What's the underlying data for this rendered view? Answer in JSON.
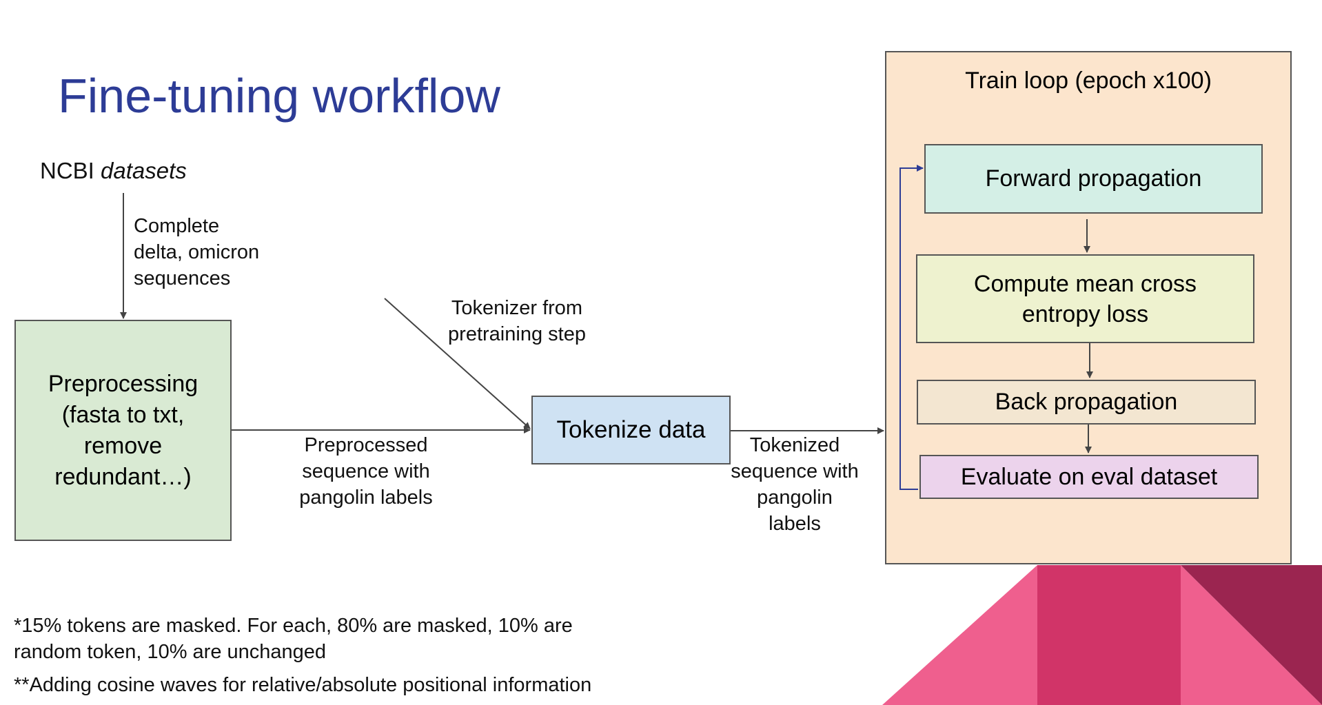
{
  "title": "Fine-tuning workflow",
  "source": {
    "prefix": "NCBI ",
    "italic": "datasets"
  },
  "edge_labels": {
    "source_to_preprocessing": [
      "Complete",
      "delta, omicron",
      "sequences"
    ],
    "tokenizer_input": [
      "Tokenizer from",
      "pretraining step"
    ],
    "preprocessing_to_tokenize": [
      "Preprocessed",
      "sequence with",
      "pangolin labels"
    ],
    "tokenize_to_train": [
      "Tokenized",
      "sequence with",
      "pangolin",
      "labels"
    ]
  },
  "nodes": {
    "preprocessing": [
      "Preprocessing",
      "(fasta to txt,",
      "remove",
      "redundant…)"
    ],
    "tokenize": "Tokenize data"
  },
  "train_loop": {
    "title": "Train loop (epoch x100)",
    "steps": {
      "forward": "Forward propagation",
      "loss": [
        "Compute mean cross",
        "entropy loss"
      ],
      "back": "Back propagation",
      "evaluate": "Evaluate on eval dataset"
    }
  },
  "footnotes": {
    "masking": [
      "*15% tokens are masked. For each, 80% are masked, 10% are",
      "random token, 10% are unchanged"
    ],
    "positional": "**Adding cosine waves for relative/absolute positional information"
  },
  "colors": {
    "title": "#2d3c96",
    "preprocessing_fill": "#d9ead3",
    "tokenize_fill": "#cfe2f3",
    "train_loop_fill": "#fce5cd",
    "forward_fill": "#d4efe6",
    "loss_fill": "#eef2cf",
    "back_fill": "#f3e6d1",
    "evaluate_fill": "#ecd3ec",
    "loop_arrow": "#2d3c96",
    "decor_pink": "#ef5f8e",
    "decor_crimson": "#d13468",
    "decor_maroon": "#9b2550"
  }
}
